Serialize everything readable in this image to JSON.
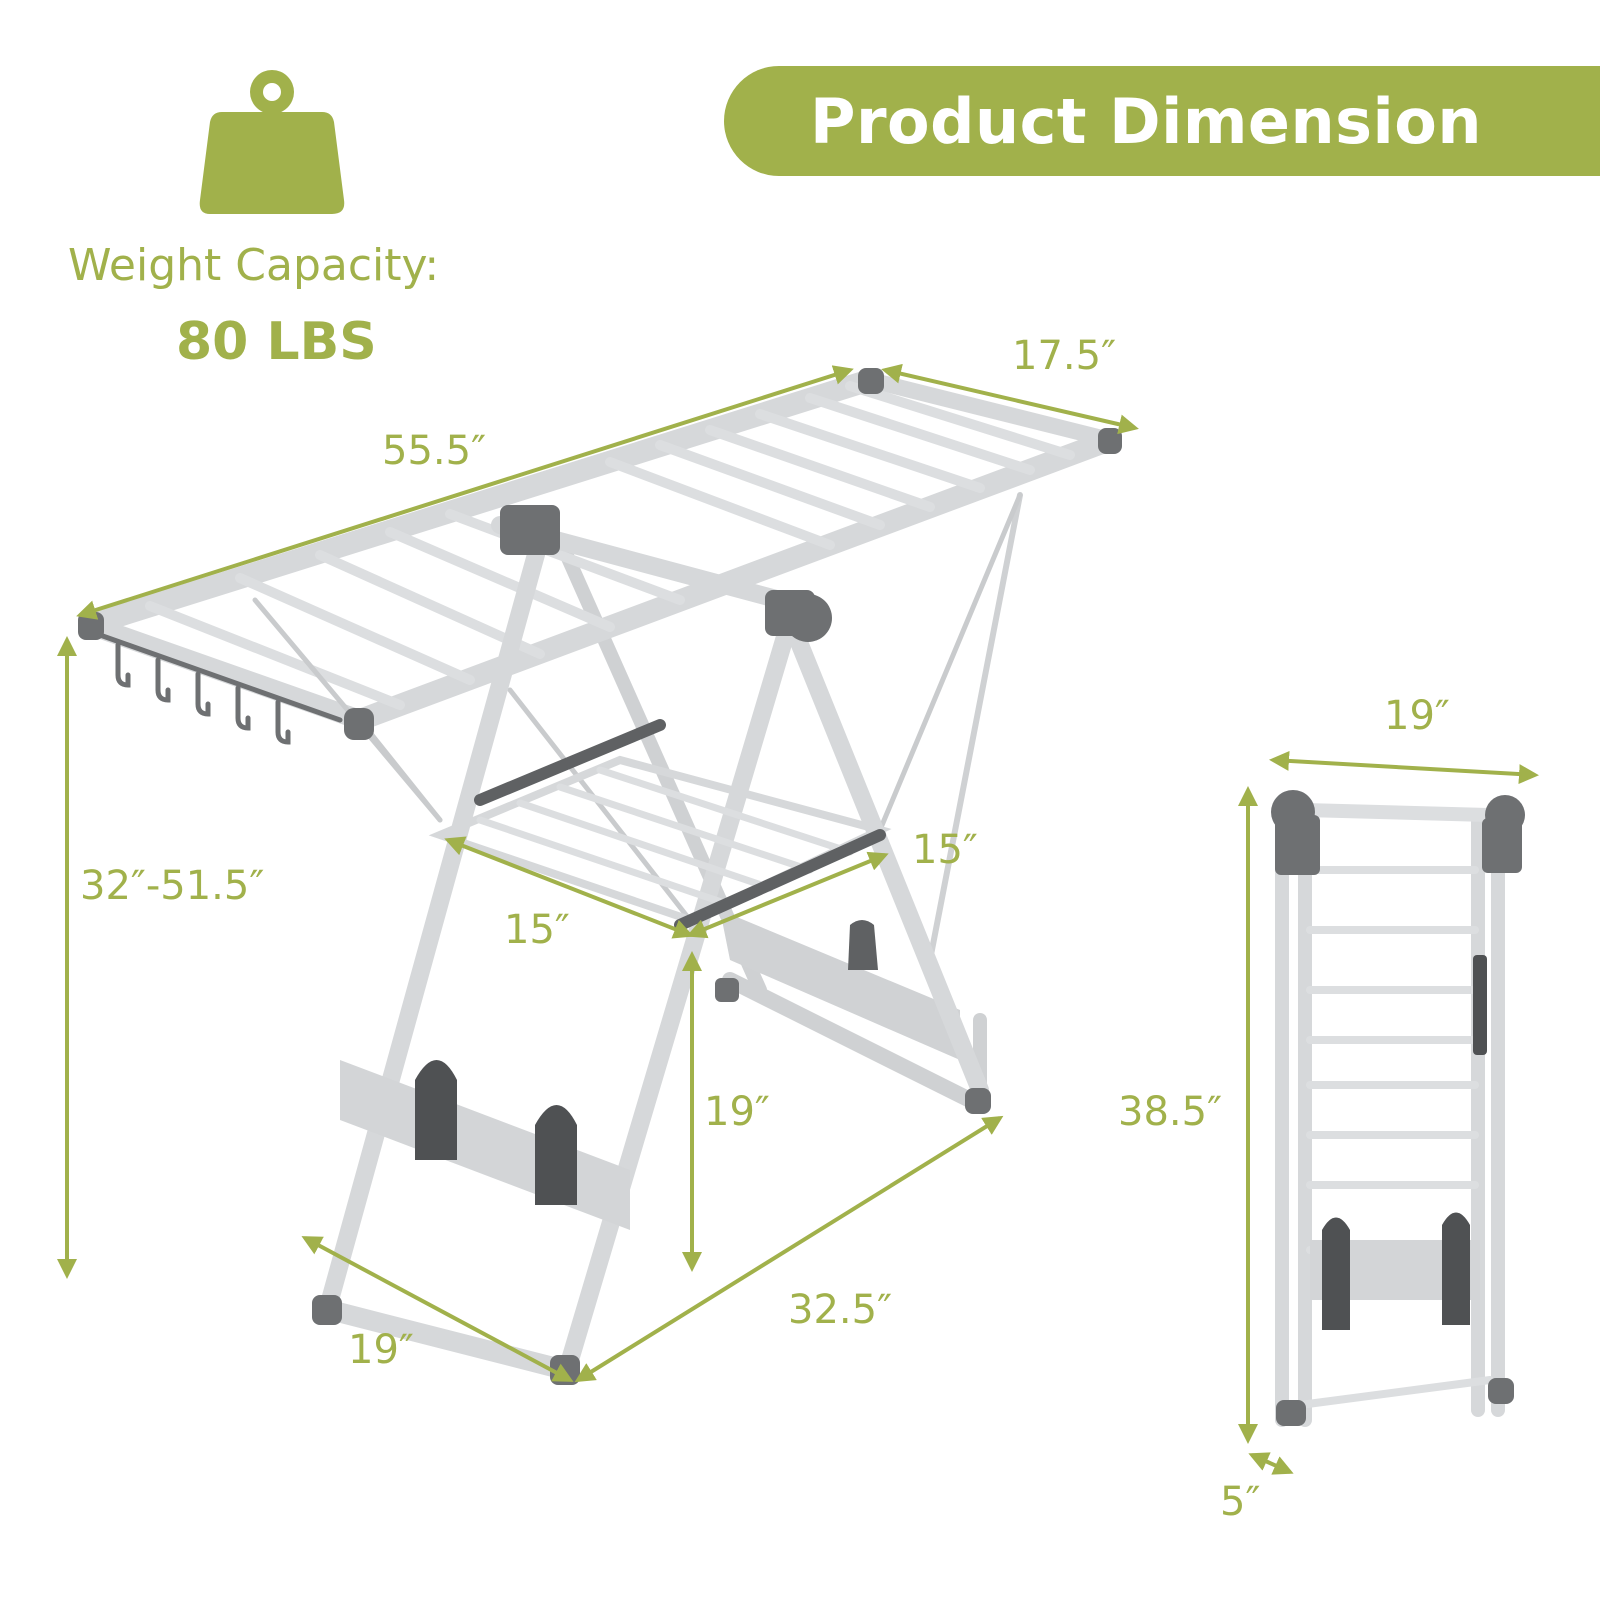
{
  "header": {
    "title": "Product Dimension"
  },
  "weight": {
    "icon": "weight-icon",
    "label": "Weight Capacity:",
    "value": "80 LBS"
  },
  "colors": {
    "accent": "#a1b14b",
    "frame": "#d9dbdd",
    "joint": "#6e7072",
    "background": "#ffffff"
  },
  "dimensions_open": {
    "length": "55.5″",
    "width_top": "17.5″",
    "height_range": "32″-51.5″",
    "shelf_length": "15″",
    "shelf_width": "15″",
    "lower_height": "19″",
    "base_width": "19″",
    "base_depth": "32.5″"
  },
  "dimensions_folded": {
    "width": "19″",
    "height": "38.5″",
    "depth": "5″"
  }
}
